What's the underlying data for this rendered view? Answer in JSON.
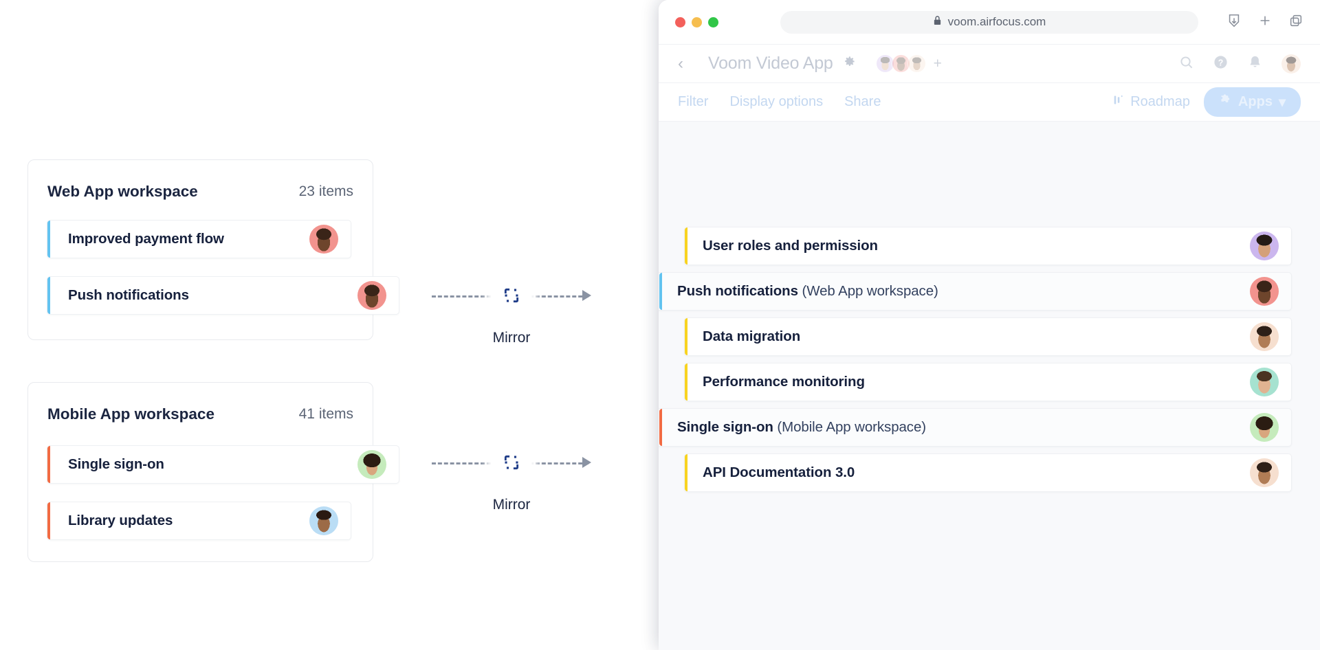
{
  "left_panel": {
    "workspaces": [
      {
        "name": "Web App workspace",
        "count": "23 items",
        "accent": "#63C3F0",
        "items": [
          {
            "label": "Improved payment flow",
            "avatar": "avatar-woman-dark-pink"
          },
          {
            "label": "Push notifications",
            "avatar": "avatar-woman-dark-pink"
          }
        ]
      },
      {
        "name": "Mobile App workspace",
        "count": "41 items",
        "accent": "#F26B43",
        "items": [
          {
            "label": "Single sign-on",
            "avatar": "avatar-woman-green"
          },
          {
            "label": "Library updates",
            "avatar": "avatar-man-blue"
          }
        ]
      }
    ]
  },
  "connectors": [
    {
      "label": "Mirror",
      "icon": "mirror-icon"
    },
    {
      "label": "Mirror",
      "icon": "mirror-icon"
    }
  ],
  "browser": {
    "traffic_lights": [
      "close",
      "minimize",
      "zoom"
    ],
    "url": "voom.airfocus.com",
    "lock_icon": "lock-icon",
    "chrome_icons": [
      "download-icon",
      "new-tab-icon",
      "tab-overview-icon"
    ],
    "app_bar": {
      "back_icon": "back-chevron-icon",
      "title": "Voom Video App",
      "settings_icon": "gear-icon",
      "add_member_label": "+",
      "right_icons": [
        "search-icon",
        "help-icon",
        "notifications-icon",
        "account-avatar"
      ]
    },
    "toolbar": {
      "filter_label": "Filter",
      "display_options_label": "Display options",
      "share_label": "Share",
      "roadmap_label": "Roadmap",
      "roadmap_icon": "roadmap-icon",
      "apps_label": "Apps",
      "apps_icon": "puzzle-icon",
      "apps_caret": "▾"
    },
    "board": {
      "default_accent": "#F8D320",
      "rows": [
        {
          "label": "User roles and permission",
          "suffix": "",
          "accent": "#F8D320",
          "mirrored": false,
          "avatar": "avatar-man-purple"
        },
        {
          "label": "Push notifications",
          "suffix": " (Web App workspace)",
          "accent": "#63C3F0",
          "mirrored": true,
          "avatar": "avatar-woman-dark-pink"
        },
        {
          "label": "Data migration",
          "suffix": "",
          "accent": "#F8D320",
          "mirrored": false,
          "avatar": "avatar-man-peach"
        },
        {
          "label": "Performance monitoring",
          "suffix": "",
          "accent": "#F8D320",
          "mirrored": false,
          "avatar": "avatar-man-mint"
        },
        {
          "label": "Single sign-on",
          "suffix": " (Mobile App workspace)",
          "accent": "#F26B43",
          "mirrored": true,
          "avatar": "avatar-woman-green"
        },
        {
          "label": "API Documentation 3.0",
          "suffix": "",
          "accent": "#F8D320",
          "mirrored": false,
          "avatar": "avatar-man-peach"
        }
      ]
    }
  },
  "colors": {
    "accent_blue": "#63C3F0",
    "accent_orange": "#F26B43",
    "accent_yellow": "#F8D320",
    "text_dark": "#16203C",
    "text_muted": "#5B6475",
    "board_bg": "#F8F9FB",
    "mirror_icon": "#1F3C88"
  }
}
